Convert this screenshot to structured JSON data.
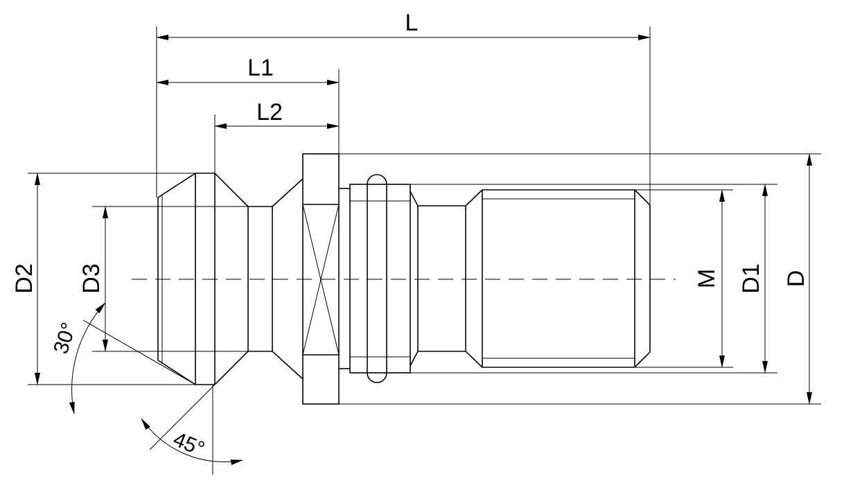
{
  "drawing": {
    "dimension_labels": {
      "L": "L",
      "L1": "L1",
      "L2": "L2",
      "D": "D",
      "D1": "D1",
      "D2": "D2",
      "D3": "D3",
      "M": "M"
    },
    "angle_labels": {
      "angle_30": "30°",
      "angle_45": "45°"
    }
  }
}
